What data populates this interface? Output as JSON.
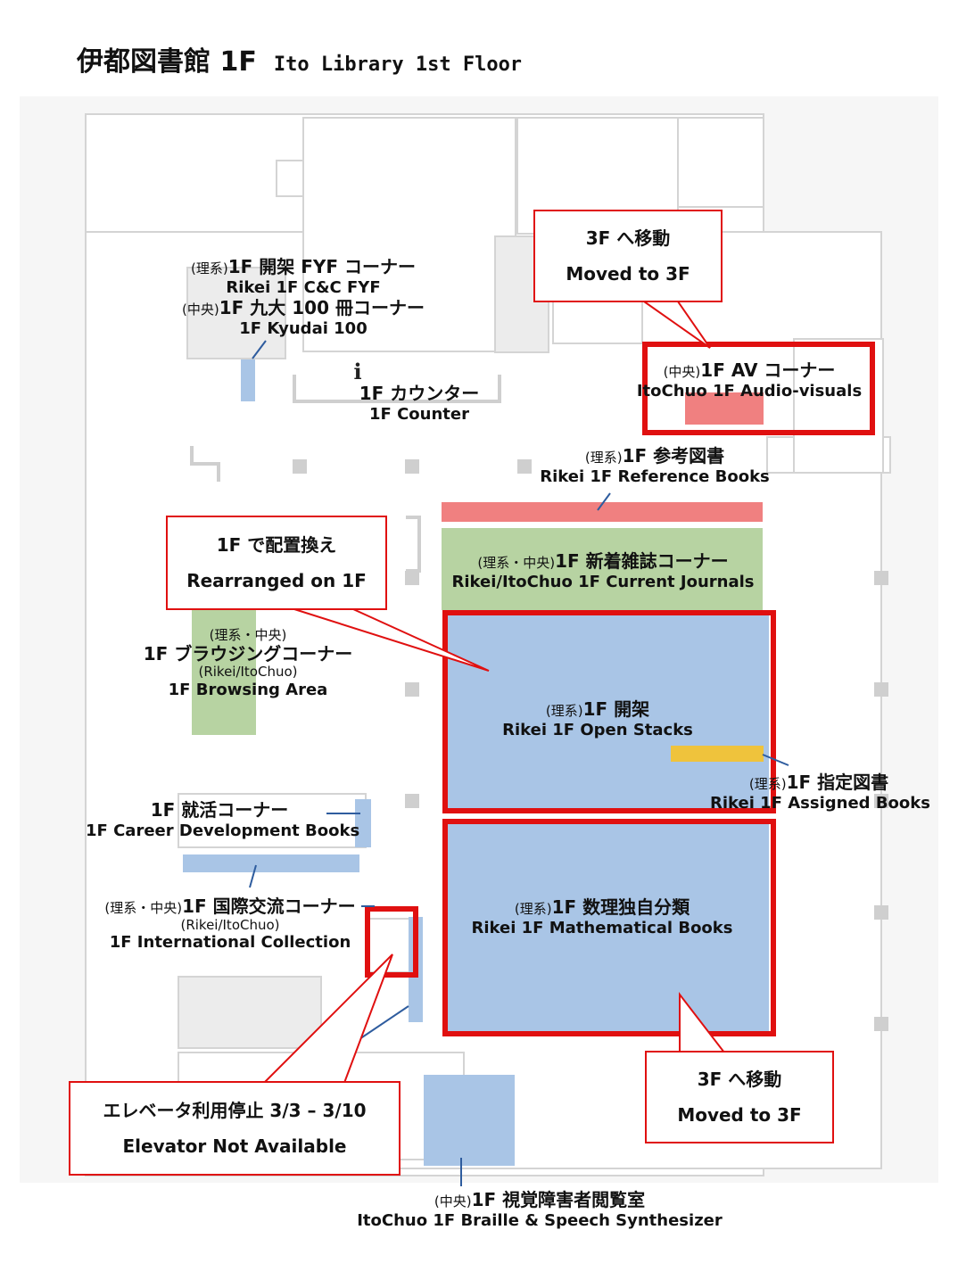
{
  "title": {
    "jp": "伊都図書館 1F",
    "en": "Ito Library 1st Floor"
  },
  "areas": {
    "fyf": {
      "jp_prefix": "(理系)",
      "jp": "1F 開架 FYF コーナー",
      "en": "Rikei 1F C&C FYF"
    },
    "kyudai": {
      "jp_prefix": "(中央)",
      "jp": "1F 九大 100 冊コーナー",
      "en": "1F Kyudai 100"
    },
    "counter": {
      "jp": "1F カウンター",
      "en": "1F Counter"
    },
    "av": {
      "jp_prefix": "(中央)",
      "jp": "1F AV コーナー",
      "en": "ItoChuo 1F Audio-visuals"
    },
    "reference": {
      "jp_prefix": "(理系)",
      "jp": "1F 参考図書",
      "en": "Rikei 1F Reference Books"
    },
    "journals": {
      "jp_prefix": "(理系・中央)",
      "jp": "1F 新着雑誌コーナー",
      "en": "Rikei/ItoChuo 1F Current Journals"
    },
    "browsing": {
      "jp_prefix": "(理系・中央)",
      "jp": "1F ブラウジングコーナー",
      "en_prefix": "(Rikei/ItoChuo)",
      "en": "1F Browsing Area"
    },
    "open_stacks": {
      "jp_prefix": "(理系)",
      "jp": "1F 開架",
      "en": "Rikei 1F Open Stacks"
    },
    "assigned": {
      "jp_prefix": "(理系)",
      "jp": "1F 指定図書",
      "en": "Rikei 1F Assigned Books"
    },
    "career": {
      "jp": "1F 就活コーナー",
      "en": "1F Career Development Books"
    },
    "international": {
      "jp_prefix": "(理系・中央)",
      "jp": "1F 国際交流コーナー",
      "en_prefix": "(Rikei/ItoChuo)",
      "en": "1F International Collection"
    },
    "math": {
      "jp_prefix": "(理系)",
      "jp": "1F 数理独自分類",
      "en": "Rikei 1F Mathematical Books"
    },
    "braille": {
      "jp_prefix": "(中央)",
      "jp": "1F 視覚障害者閲覧室",
      "en": "ItoChuo 1F Braille & Speech Synthesizer"
    }
  },
  "callouts": {
    "moved_top": {
      "line1": "3F へ移動",
      "line2": "Moved to 3F"
    },
    "rearranged": {
      "line1": "1F で配置換え",
      "line2": "Rearranged on 1F"
    },
    "moved_bottom": {
      "line1": "3F へ移動",
      "line2": "Moved to 3F"
    },
    "elevator": {
      "line1": "エレベータ利用停止 3/3 – 3/10",
      "line2": "Elevator Not Available"
    }
  },
  "icons": {
    "info": "i"
  },
  "colors": {
    "highlight_red": "#e01010",
    "zone_blue": "#a9c5e6",
    "zone_green": "#b7d3a2",
    "zone_red": "#f08080",
    "zone_yellow": "#efc33c"
  }
}
